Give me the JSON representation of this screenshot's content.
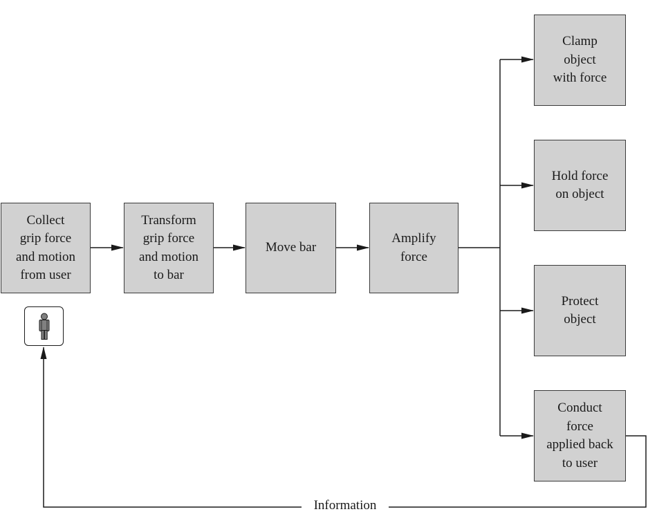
{
  "colors": {
    "box_fill": "#d1d1d1",
    "box_border": "#3a3a3a",
    "line": "#1a1a1a",
    "background": "#ffffff"
  },
  "nodes": {
    "collect": "Collect\ngrip force\nand motion\nfrom user",
    "transform": "Transform\ngrip force\nand motion\nto bar",
    "move_bar": "Move bar",
    "amplify": "Amplify\nforce",
    "clamp": "Clamp\nobject\nwith force",
    "hold": "Hold force\non object",
    "protect": "Protect\nobject",
    "conduct": "Conduct\nforce\napplied back\nto user"
  },
  "user_icon": "user-person-icon",
  "feedback_label": "Information"
}
